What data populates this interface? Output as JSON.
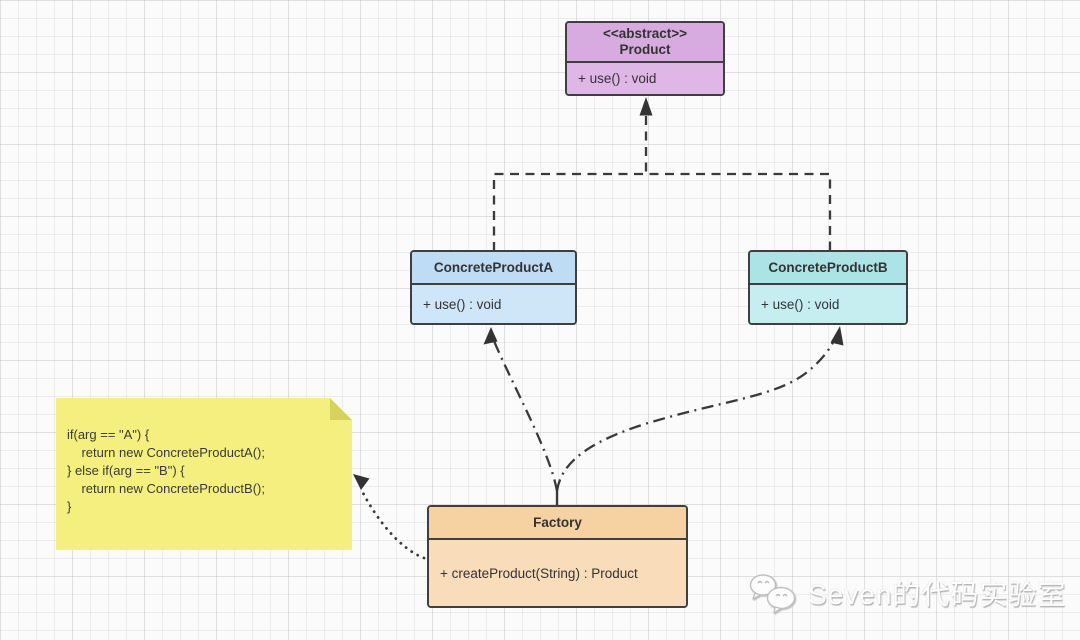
{
  "diagram": {
    "classes": [
      {
        "stereotype": "<<abstract>>",
        "name": "Product",
        "methods": [
          "+ use() : void"
        ],
        "colors": {
          "header": "#d7abdf",
          "body": "#deb7e6"
        }
      },
      {
        "name": "ConcreteProductA",
        "methods": [
          "+ use() : void"
        ],
        "colors": {
          "header": "#bedcf4",
          "body": "#cfe6f8"
        }
      },
      {
        "name": "ConcreteProductB",
        "methods": [
          "+ use() : void"
        ],
        "colors": {
          "header": "#ace3e7",
          "body": "#c6eef0"
        }
      },
      {
        "name": "Factory",
        "methods": [
          "+ createProduct(String) : Product"
        ],
        "colors": {
          "header": "#f6d1a1",
          "body": "#f9dcb9"
        }
      }
    ],
    "note": {
      "lines": [
        "if(arg == \"A\") {",
        "    return new ConcreteProductA();",
        "} else if(arg == \"B\") {",
        "    return new ConcreteProductB();",
        "}"
      ],
      "colors": {
        "fill": "#f4ef7e",
        "fold": "#d7d25e"
      }
    },
    "connectors": [
      {
        "type": "dashed-realization",
        "from": "ConcreteProductA",
        "to": "Product"
      },
      {
        "type": "dashed-realization",
        "from": "ConcreteProductB",
        "to": "Product"
      },
      {
        "type": "dashdot-dependency",
        "from": "Factory",
        "to": "ConcreteProductA"
      },
      {
        "type": "dashdot-dependency",
        "from": "Factory",
        "to": "ConcreteProductB"
      },
      {
        "type": "dotted-note-link",
        "from": "Factory",
        "to": "note"
      }
    ],
    "line_color": "#3a3a3a"
  },
  "watermark": {
    "text": "Seven的代码实验室",
    "icon": "wechat-icon"
  }
}
